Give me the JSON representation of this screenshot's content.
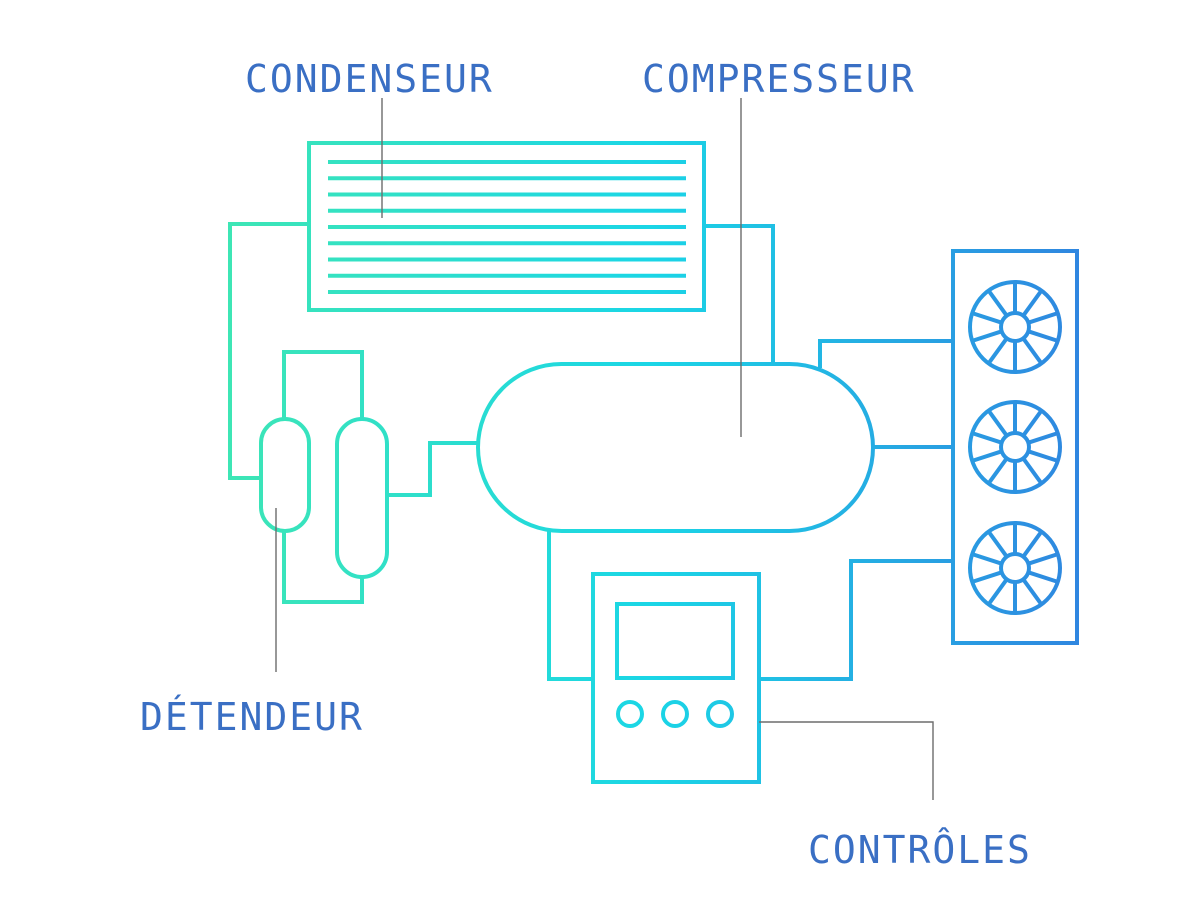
{
  "labels": {
    "condenser": "CONDENSEUR",
    "compressor": "COMPRESSEUR",
    "expansion_valve": "DÉTENDEUR",
    "controls": "CONTRÔLES"
  },
  "colors": {
    "label_text": "#3a6fc4",
    "leader_line": "#6d6d6d",
    "gradient_start": "#3ee6b4",
    "gradient_mid": "#1ad6e6",
    "gradient_end": "#2f86e0"
  },
  "components": {
    "condenser_fins": 9,
    "fans": 3,
    "control_buttons": 3
  }
}
